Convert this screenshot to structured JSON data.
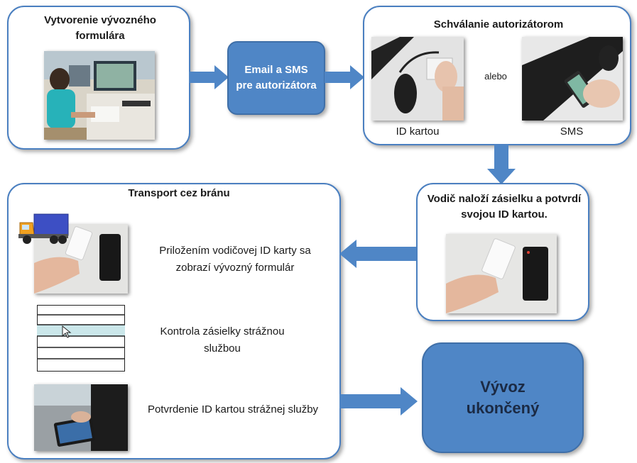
{
  "step1": {
    "title": "Vytvorenie vývozného formulára"
  },
  "step2": {
    "label": "Email a SMS pre autorizátora"
  },
  "step3": {
    "title": "Schválanie autorizátorom",
    "or_label": "alebo",
    "option1": "ID kartou",
    "option2": "SMS"
  },
  "step4": {
    "title": "Vodič naloží zásielku a potvrdí svojou ID kartou."
  },
  "transport": {
    "title": "Transport cez bránu",
    "items": [
      {
        "text": "Priložením vodičovej ID karty sa zobrazí vývozný formulár"
      },
      {
        "text": "Kontrola zásielky strážnou službou"
      },
      {
        "text": "Potvrdenie ID kartou strážnej služby"
      }
    ]
  },
  "final": {
    "label": "Vývoz ukončený"
  },
  "colors": {
    "accent": "#4f86c6",
    "border": "#4a7fc0"
  }
}
